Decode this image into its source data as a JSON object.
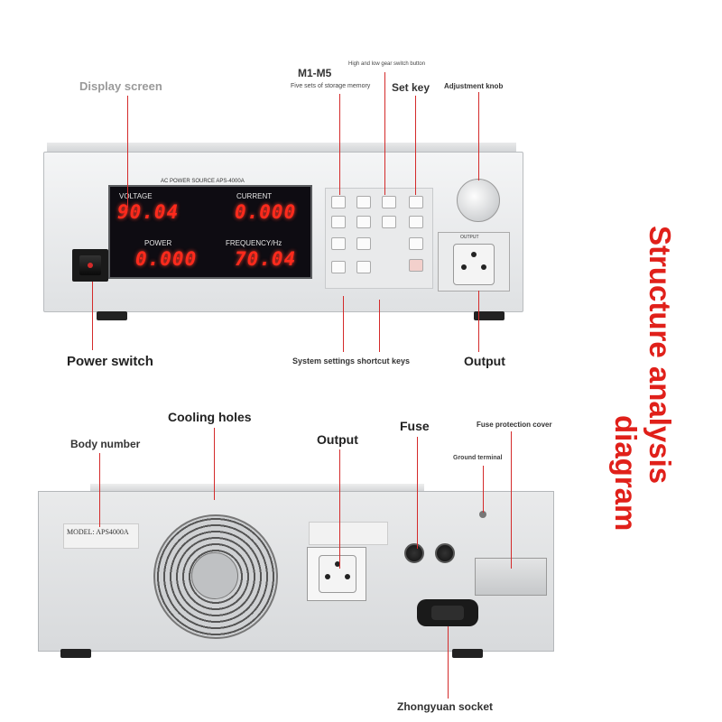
{
  "title": {
    "line1": "Structure analysis",
    "line2": "diagram"
  },
  "front": {
    "labels": {
      "display_screen": "Display screen",
      "m1_m5": "M1-M5",
      "storage_memory": "Five sets of storage memory",
      "high_low_switch": "High and low gear switch button",
      "set_key": "Set key",
      "adjustment_knob": "Adjustment knob",
      "power_switch": "Power switch",
      "system_shortcut_keys": "System settings shortcut keys",
      "output": "Output"
    },
    "panel_title": "AC POWER SOURCE   APS-4000A",
    "display": {
      "voltage_label": "VOLTAGE",
      "current_label": "CURRENT",
      "power_label": "POWER",
      "frequency_label": "FREQUENCY/Hz",
      "voltage_value": "90.04",
      "current_value": "0.000",
      "power_value": "0.000",
      "frequency_value": "70.04"
    },
    "outlet_label": "OUTPUT"
  },
  "back": {
    "labels": {
      "cooling_holes": "Cooling holes",
      "body_number": "Body number",
      "output": "Output",
      "fuse": "Fuse",
      "fuse_protection_cover": "Fuse protection cover",
      "ground_terminal": "Ground terminal",
      "zhongyuan_socket": "Zhongyuan socket"
    },
    "model_label": "MODEL: APS4000A"
  },
  "colors": {
    "accent_red": "#e0201a",
    "leader_line": "#d42a2a",
    "segment_red": "#ff2a1c"
  }
}
